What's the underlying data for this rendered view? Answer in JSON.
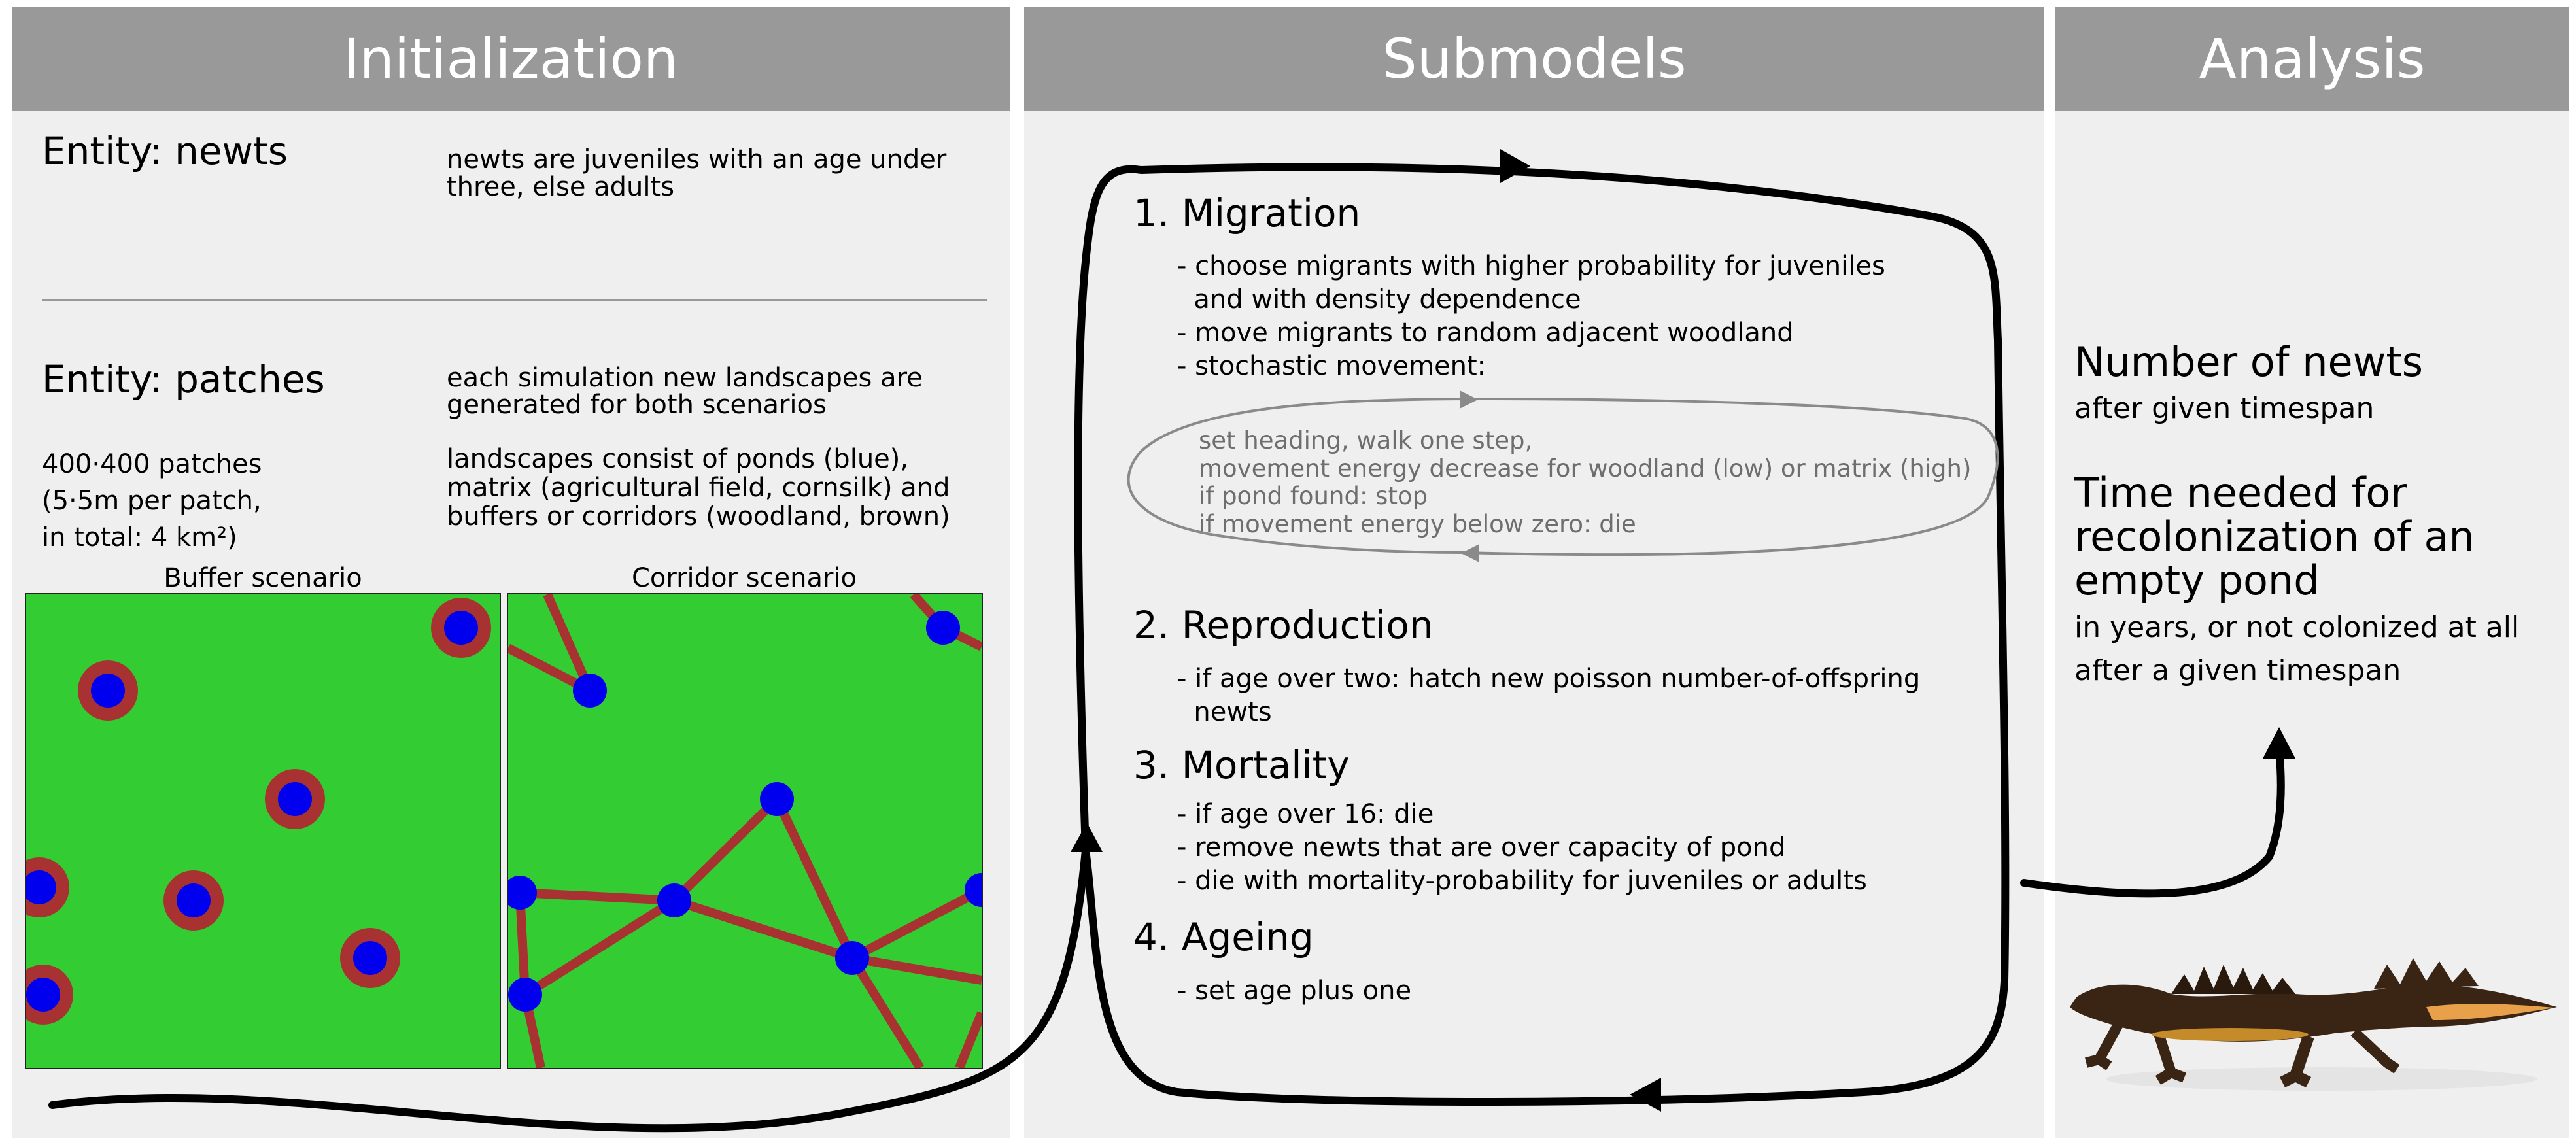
{
  "panels": {
    "init": {
      "title": "Initialization"
    },
    "sub": {
      "title": "Submodels"
    },
    "ana": {
      "title": "Analysis"
    }
  },
  "init": {
    "newts_entity": "Entity: newts",
    "newts_desc": [
      "newts are juveniles with an age under",
      "three, else adults"
    ],
    "patches_entity": "Entity: patches",
    "patches_desc": [
      "each simulation new landscapes are",
      "generated for both scenarios"
    ],
    "patches_size": [
      "400·400 patches",
      "(5·5m per patch,",
      "in total: 4 km²)"
    ],
    "landscape_desc": [
      "landscapes consist of ponds (blue),",
      "matrix (agricultural field, cornsilk) and",
      "buffers or corridors (woodland, brown)"
    ],
    "buffer_label": "Buffer scenario",
    "corridor_label": "Corridor scenario"
  },
  "sub": {
    "migration": {
      "title": "1. Migration",
      "lines": [
        "- choose migrants with higher probability for juveniles",
        "  and with density dependence",
        "- move migrants to random adjacent woodland",
        "- stochastic movement:"
      ],
      "loop": [
        "set heading, walk one step,",
        "movement energy decrease for woodland (low) or matrix (high)",
        "if pond found: stop",
        "if movement energy below zero: die"
      ]
    },
    "reproduction": {
      "title": "2. Reproduction",
      "lines": [
        "- if age over two: hatch new poisson number-of-offspring",
        "  newts"
      ]
    },
    "mortality": {
      "title": "3. Mortality",
      "lines": [
        "- if age over 16: die",
        "- remove newts that are over capacity of pond",
        "- die with mortality-probability for juveniles or adults"
      ]
    },
    "ageing": {
      "title": "4. Ageing",
      "lines": [
        "- set age plus one"
      ]
    }
  },
  "analysis": {
    "m1_title": "Number of newts",
    "m1_desc": "after given timespan",
    "m2_title": [
      "Time needed for",
      "recolonization of an",
      "empty pond"
    ],
    "m2_desc": [
      "in years, or not colonized at all",
      "after a given timespan"
    ]
  },
  "colors": {
    "header": "#999999",
    "panel": "#efefef",
    "matrix": "#33cc33",
    "woodland": "#a83232",
    "pond": "#0000ee",
    "loop": "#8a8a8a"
  },
  "icons": [
    "newt-photo",
    "flow-arrow"
  ]
}
